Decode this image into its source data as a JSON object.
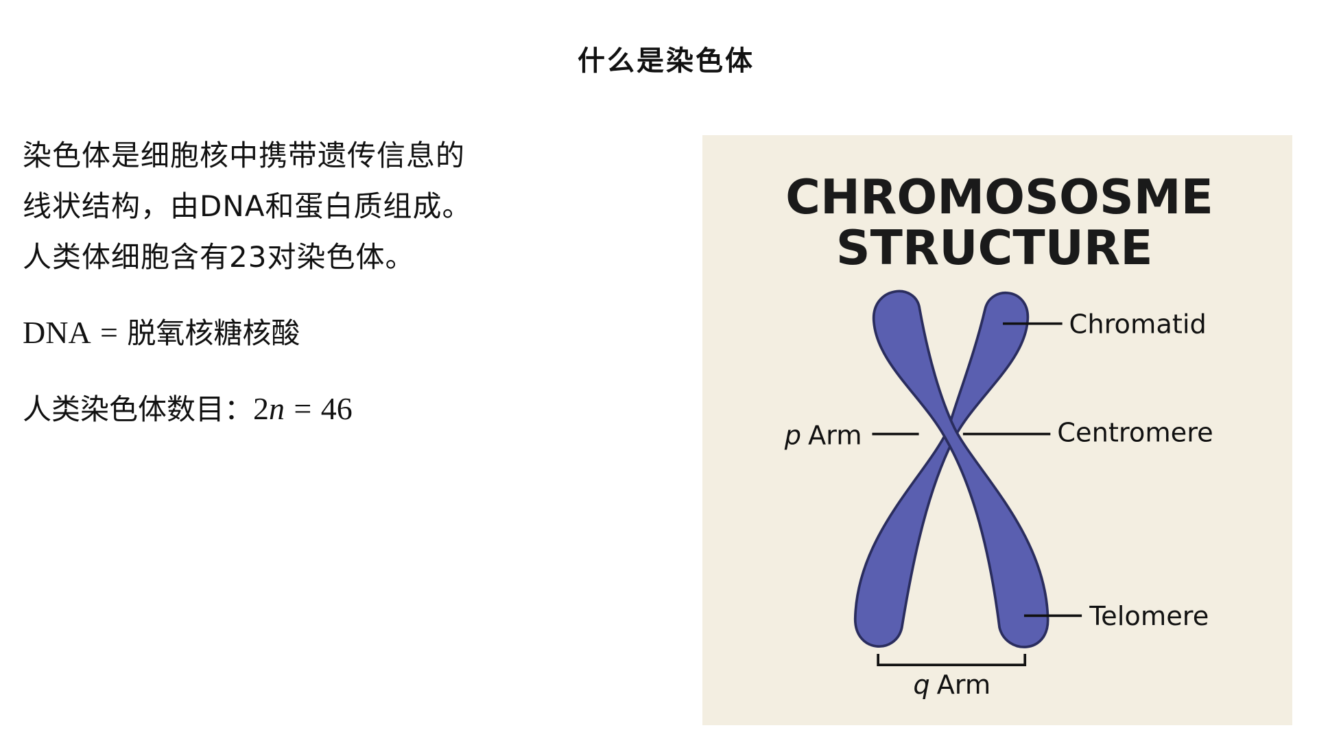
{
  "title": "什么是染色体",
  "paragraph": {
    "lines": [
      "染色体是细胞核中携带遗传信息的",
      "线状结构，由DNA和蛋白质组成。",
      "人类体细胞含有23对染色体。"
    ]
  },
  "formulas": {
    "dna": {
      "lhs": "DNA",
      "op": "=",
      "rhs": "脱氧核糖核酸"
    },
    "count": {
      "label": "人类染色体数目：",
      "lhs_num": "2",
      "lhs_var": "n",
      "op": "=",
      "rhs": "46"
    }
  },
  "illustration": {
    "heading_line1": "CHROMOSOSME",
    "heading_line2": "STRUCTURE",
    "labels": {
      "chromatid": "Chromatid",
      "centromere": "Centromere",
      "p_arm_letter": "p",
      "p_arm_word": "Arm",
      "telomere": "Telomere",
      "q_arm_letter": "q",
      "q_arm_word": "Arm"
    },
    "colors": {
      "background": "#f3eee1",
      "chromosome_fill": "#5a5fb0",
      "chromosome_outline": "#2a2d5e"
    }
  }
}
